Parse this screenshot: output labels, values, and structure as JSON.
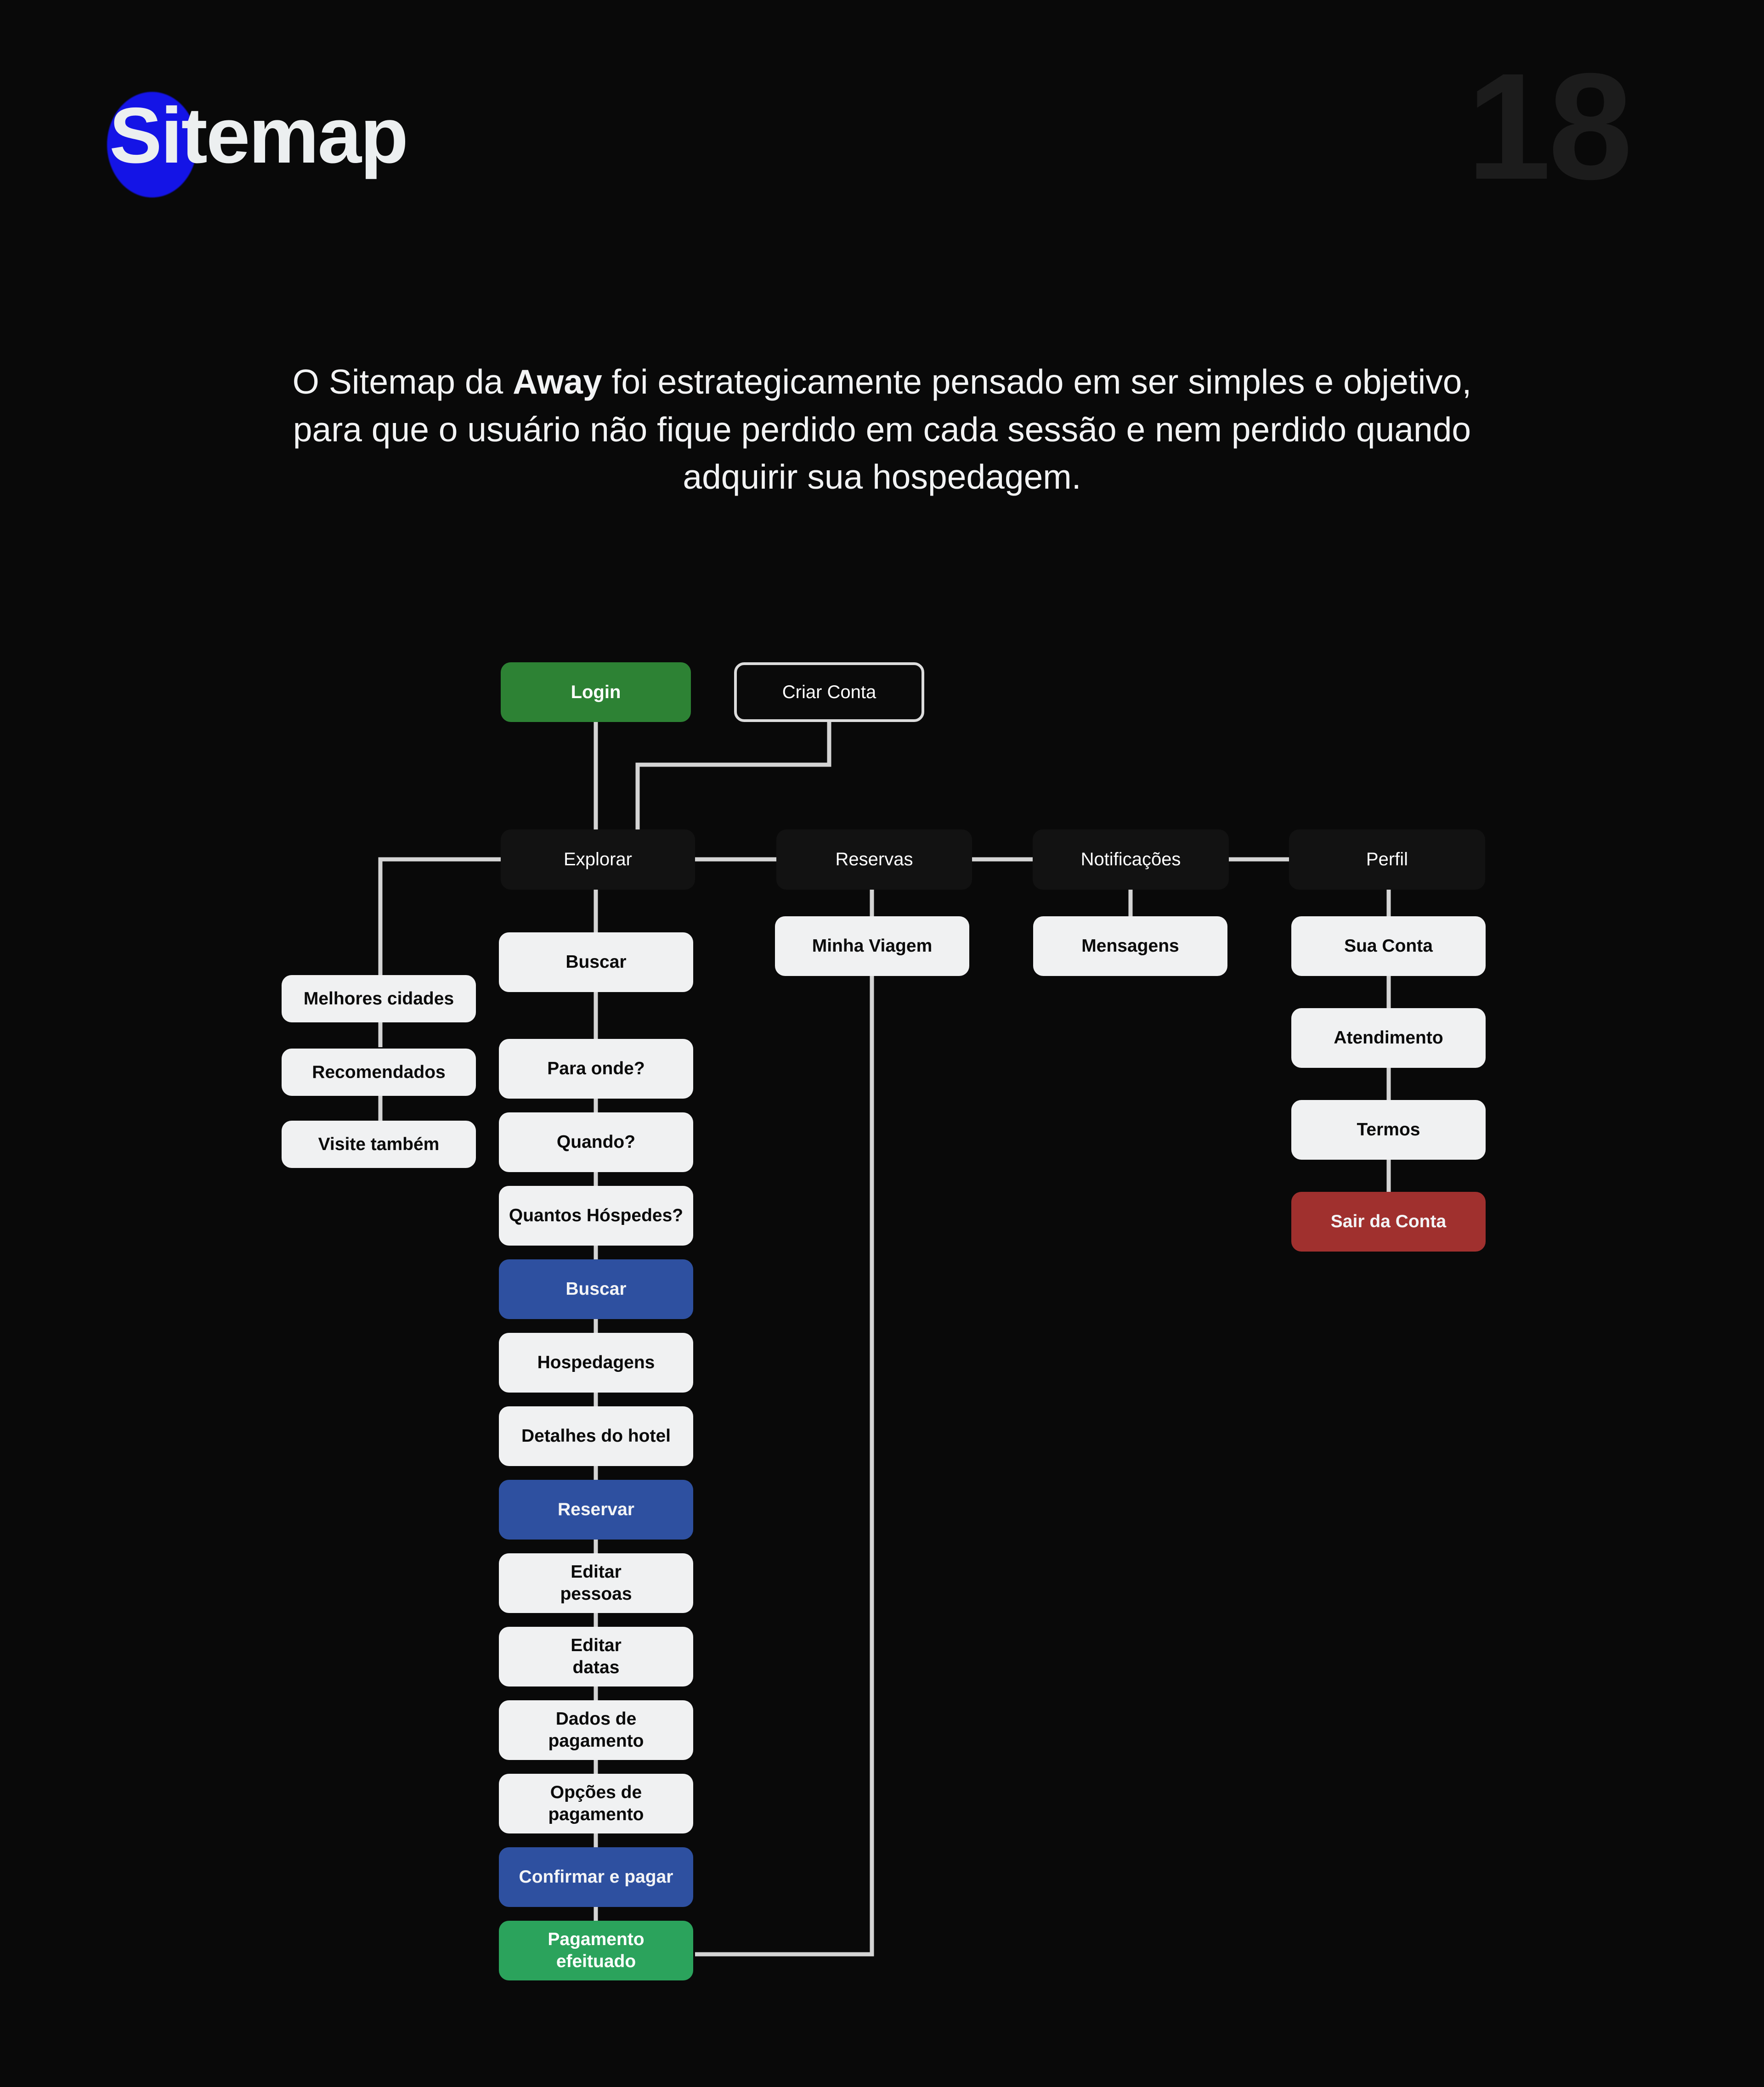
{
  "header": {
    "title": "Sitemap",
    "page_number": "18"
  },
  "intro": {
    "before_bold": "O Sitemap da ",
    "bold": "Away",
    "after_bold": " foi estrategicamente pensado em ser simples e objetivo, para que o usuário não fique perdido em cada sessão e nem perdido quando adquirir sua hospedagem."
  },
  "colors": {
    "background": "#090909",
    "brand_blue_blob": "#1414e6",
    "accent_blue": "#2e50a0",
    "green_dark": "#2d8234",
    "green": "#2ba35c",
    "red": "#a0302e",
    "light_node": "#f0f1f2",
    "dark_node": "#121212",
    "connector": "#d4d4d4"
  },
  "sitemap": {
    "entry": [
      {
        "id": "login",
        "label": "Login",
        "style": "green-dark"
      },
      {
        "id": "criar-conta",
        "label": "Criar Conta",
        "style": "outline"
      }
    ],
    "main_nav": [
      {
        "id": "explorar",
        "label": "Explorar",
        "style": "dark"
      },
      {
        "id": "reservas",
        "label": "Reservas",
        "style": "dark"
      },
      {
        "id": "notificacoes",
        "label": "Notificações",
        "style": "dark"
      },
      {
        "id": "perfil",
        "label": "Perfil",
        "style": "dark"
      }
    ],
    "explorar_side": [
      {
        "id": "melhores-cidades",
        "label": "Melhores cidades",
        "style": "light"
      },
      {
        "id": "recomendados",
        "label": "Recomendados",
        "style": "light"
      },
      {
        "id": "visite-tambem",
        "label": "Visite também",
        "style": "light"
      }
    ],
    "explorar_flow": [
      {
        "id": "buscar-campo",
        "label": "Buscar",
        "style": "light"
      },
      {
        "id": "para-onde",
        "label": "Para onde?",
        "style": "light"
      },
      {
        "id": "quando",
        "label": "Quando?",
        "style": "light"
      },
      {
        "id": "quantos-hospedes",
        "label": "Quantos Hóspedes?",
        "style": "light"
      },
      {
        "id": "buscar-acao",
        "label": "Buscar",
        "style": "blue"
      },
      {
        "id": "hospedagens",
        "label": "Hospedagens",
        "style": "light"
      },
      {
        "id": "detalhes-do-hotel",
        "label": "Detalhes do hotel",
        "style": "light"
      },
      {
        "id": "reservar",
        "label": "Reservar",
        "style": "blue"
      },
      {
        "id": "editar-pessoas",
        "label": "Editar\npessoas",
        "style": "light"
      },
      {
        "id": "editar-datas",
        "label": "Editar\ndatas",
        "style": "light"
      },
      {
        "id": "dados-de-pagamento",
        "label": "Dados de\npagamento",
        "style": "light"
      },
      {
        "id": "opcoes-de-pagamento",
        "label": "Opções de\npagamento",
        "style": "light"
      },
      {
        "id": "confirmar-e-pagar",
        "label": "Confirmar e pagar",
        "style": "blue"
      },
      {
        "id": "pagamento-efeituado",
        "label": "Pagamento\nefeituado",
        "style": "green"
      }
    ],
    "reservas_children": [
      {
        "id": "minha-viagem",
        "label": "Minha Viagem",
        "style": "light"
      }
    ],
    "notificacoes_children": [
      {
        "id": "mensagens",
        "label": "Mensagens",
        "style": "light"
      }
    ],
    "perfil_children": [
      {
        "id": "sua-conta",
        "label": "Sua Conta",
        "style": "light"
      },
      {
        "id": "atendimento",
        "label": "Atendimento",
        "style": "light"
      },
      {
        "id": "termos",
        "label": "Termos",
        "style": "light"
      },
      {
        "id": "sair-da-conta",
        "label": "Sair da Conta",
        "style": "red"
      }
    ]
  }
}
